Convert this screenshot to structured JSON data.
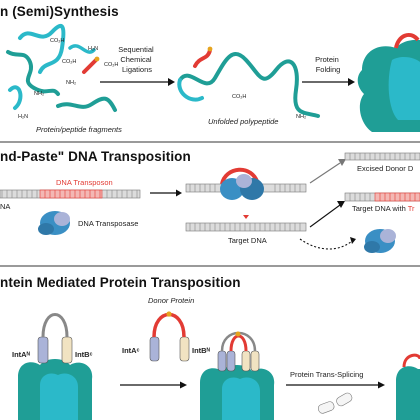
{
  "panel1": {
    "title": "n (Semi)Synthesis",
    "caption_fragments": "Protein/peptide fragments",
    "caption_unfolded": "Unfolded polypeptide",
    "step1_label": [
      "Sequential",
      "Chemical",
      "Ligations"
    ],
    "step2_label": [
      "Protein",
      "Folding"
    ],
    "chem_labels": [
      "CO₂H",
      "CO₂H",
      "CO₂H",
      "NH₂",
      "H₂N",
      "H₂N",
      "NH₂",
      "CO₂H",
      "NH₂"
    ]
  },
  "panel2": {
    "title": "nd-Paste\" DNA Transposition",
    "transposon_label": "DNA Transposon",
    "left_letters": "NA",
    "transposase_label": "DNA Transposase",
    "target_label": "Target DNA",
    "excised_label": "Excised Donor D",
    "target_with_label_prefix": "Target DNA with ",
    "target_with_label_suffix": "Tr"
  },
  "panel3": {
    "title": "ntein Mediated Protein Transposition",
    "donor_label": "Donor Protein",
    "splicing_label": "Protein Trans-Splicing",
    "intein_labels": {
      "inta_n": "IntAᴺ",
      "intb_c": "IntBᶜ",
      "inta_c": "IntAᶜ",
      "intb_n": "IntBᴺ"
    }
  },
  "colors": {
    "teal": "#1f9e96",
    "cyan": "#2bb9c9",
    "red": "#e23b34",
    "blue_protein": "#3a8fc4",
    "lavender": "#aab3d8",
    "gold": "#e6a41e"
  }
}
